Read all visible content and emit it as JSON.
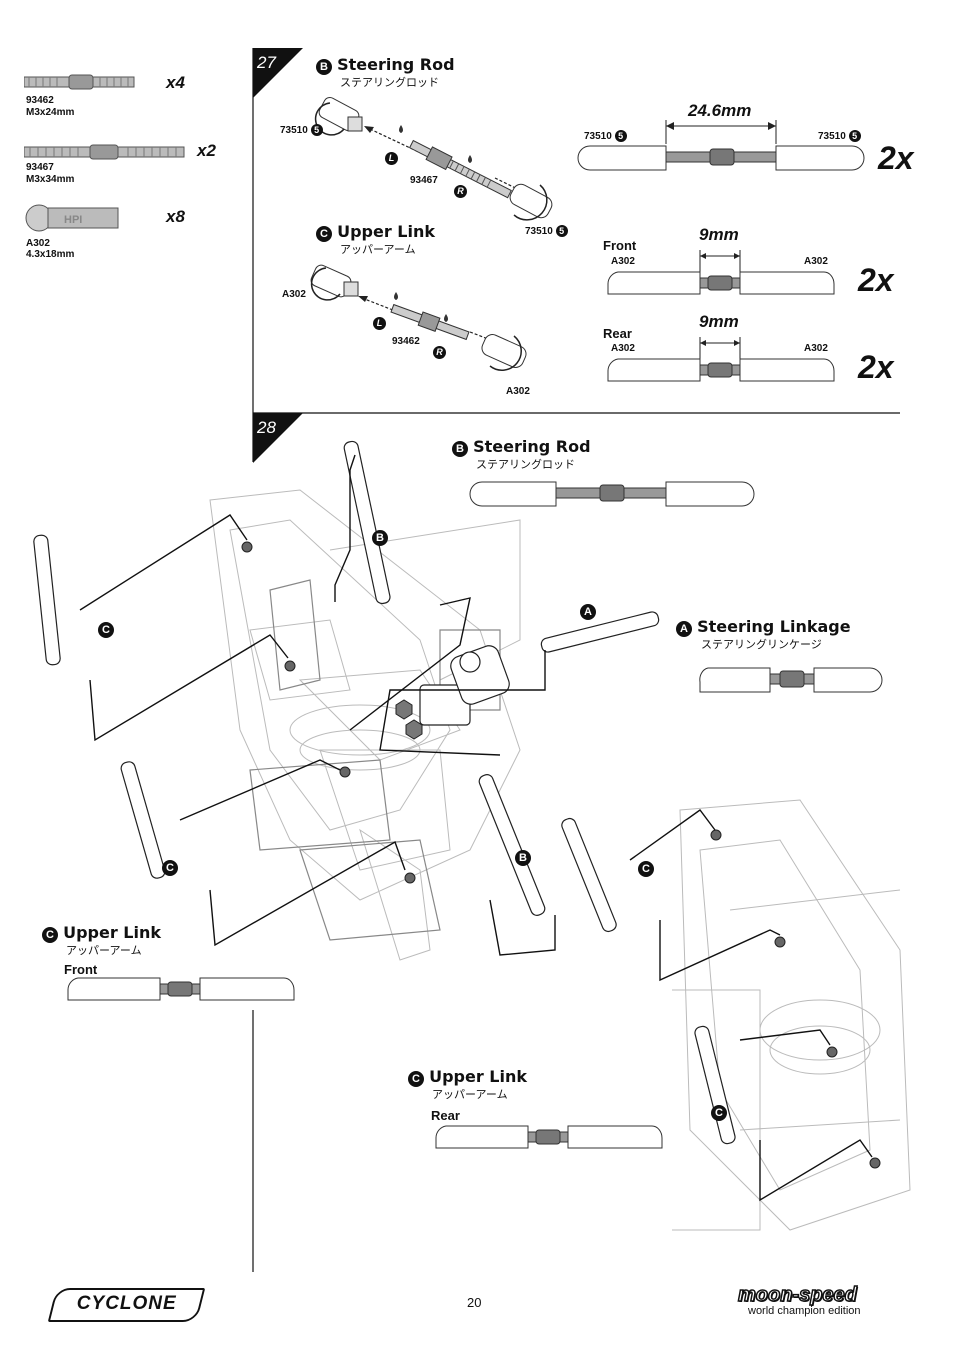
{
  "parts": [
    {
      "number": "93462",
      "size": "M3x24mm",
      "qty": "x4"
    },
    {
      "number": "93467",
      "size": "M3x34mm",
      "qty": "x2"
    },
    {
      "number": "A302",
      "size": "4.3x18mm",
      "qty": "x8"
    }
  ],
  "step27": {
    "number": "27",
    "steering_rod": {
      "badge": "B",
      "title": "Steering Rod",
      "jp": "ステアリングロッド",
      "end_part": "73510",
      "end_code": "5",
      "rod_part": "93467",
      "length": "24.6mm",
      "qty": "2x"
    },
    "upper_link": {
      "badge": "C",
      "title": "Upper Link",
      "jp": "アッパーアーム",
      "end_part": "A302",
      "rod_part": "93462",
      "front": {
        "label": "Front",
        "gap": "9mm",
        "qty": "2x"
      },
      "rear": {
        "label": "Rear",
        "gap": "9mm",
        "qty": "2x"
      }
    },
    "thread_left": "L",
    "thread_right": "R"
  },
  "step28": {
    "number": "28",
    "steering_rod": {
      "badge": "B",
      "title": "Steering Rod",
      "jp": "ステアリングロッド"
    },
    "steering_linkage": {
      "badge": "A",
      "title": "Steering Linkage",
      "jp": "ステアリングリンケージ"
    },
    "upper_link_front": {
      "badge": "C",
      "title": "Upper Link",
      "jp": "アッパーアーム",
      "label": "Front"
    },
    "upper_link_rear": {
      "badge": "C",
      "title": "Upper Link",
      "jp": "アッパーアーム",
      "label": "Rear"
    },
    "callout_a": "A",
    "callout_b": "B",
    "callout_c": "C"
  },
  "footer": {
    "page_number": "20",
    "logo_left": "CYCLONE",
    "logo_right": "moon-speed",
    "logo_right_sub": "world champion edition"
  }
}
